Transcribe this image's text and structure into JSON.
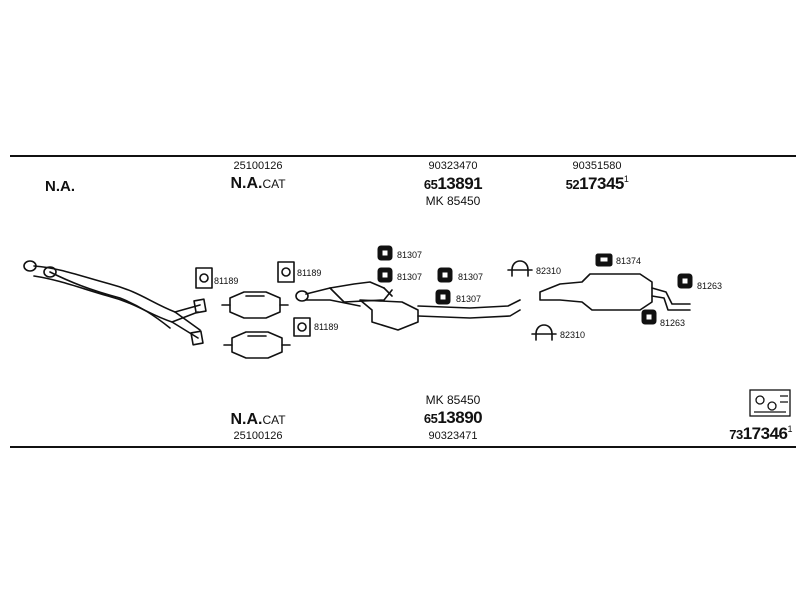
{
  "top": {
    "na_left": "N.A.",
    "col1": {
      "code": "25100126",
      "na": "N.A.",
      "cat": "CAT"
    },
    "col2": {
      "code": "90323470",
      "prefix": "65",
      "main": "13891",
      "mk": "MK 85450"
    },
    "col3": {
      "code": "90351580",
      "prefix": "52",
      "main": "17345",
      "suffix": "1"
    }
  },
  "bottom": {
    "col1": {
      "na": "N.A.",
      "cat": "CAT",
      "code": "25100126"
    },
    "col2": {
      "mk": "MK 85450",
      "prefix": "65",
      "main": "13890",
      "code": "90323471"
    },
    "kit": {
      "prefix": "73",
      "main": "17346",
      "suffix": "1"
    }
  },
  "parts": {
    "gasket_a": "81189",
    "gasket_b": "81189",
    "gasket_c": "81189",
    "mount_1": "81307",
    "mount_2": "81307",
    "mount_3": "81307",
    "mount_4": "81307",
    "clamp_1": "82310",
    "clamp_2": "82310",
    "hanger_1": "81374",
    "hanger_2": "81263",
    "hanger_3": "81263"
  }
}
